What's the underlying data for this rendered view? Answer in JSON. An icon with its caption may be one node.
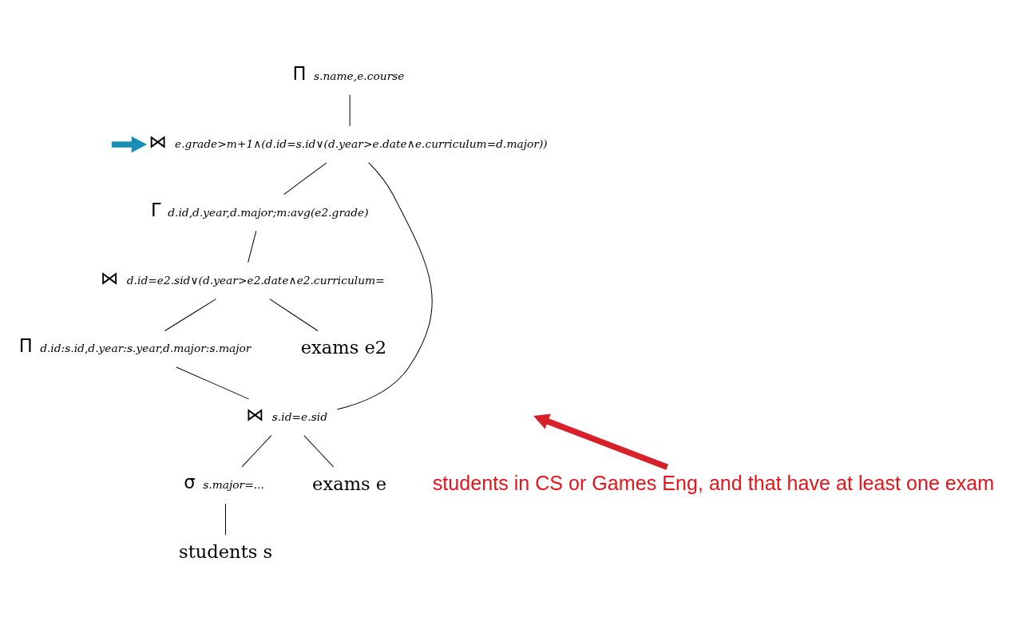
{
  "diagram": {
    "nodes": [
      {
        "text": [
          "Π$_{s.name,e.course}$"
        ]
      },
      {
        "text": [
          "⋈$_{e.grade>m+1∧(d.id=s.id∨(d.year>e.date∧e.curriculum=d.major))}$"
        ]
      },
      {
        "text": [
          "Γ$_{d.id,d.year,d.major;m:avg(e2.grade)}$"
        ]
      },
      {
        "text": [
          "⋈$_{d.id=e2.sid∨(d.year>e2.date∧e2.curriculum=}$"
        ]
      },
      {
        "text": [
          "Π$_{d.id:s.id,d.year:s.year,d.major:s.major}$"
        ]
      },
      {
        "text": [
          "exams e2"
        ]
      },
      {
        "text": [
          "⋈$_{s.id=e.sid}$"
        ]
      },
      {
        "text": [
          "σ$_{s.major=...}$"
        ]
      },
      {
        "text": [
          "exams e"
        ]
      },
      {
        "text": [
          "students s"
        ]
      },
      {
        "text": [
          "students in CS or Games Eng, and that have at least one exam"
        ]
      }
    ],
    "edges": [
      {
        "from": 0,
        "to": 1,
        "arrow": "none"
      },
      {
        "from": 1,
        "to": 6,
        "arrow": "none"
      },
      {
        "from": 1,
        "to": 2,
        "arrow": "none"
      },
      {
        "from": 2,
        "to": 3,
        "arrow": "none"
      },
      {
        "from": 3,
        "to": 4,
        "arrow": "none"
      },
      {
        "from": 3,
        "to": 5,
        "arrow": "none"
      },
      {
        "from": 4,
        "to": 6,
        "arrow": "none"
      },
      {
        "from": 6,
        "to": 7,
        "arrow": "none"
      },
      {
        "from": 6,
        "to": 8,
        "arrow": "none"
      },
      {
        "from": 7,
        "to": 9,
        "arrow": "none"
      },
      {
        "from": null,
        "to": 1,
        "arrow": "to",
        "style": "thick",
        "color": "#1a8fb5"
      },
      {
        "from": 10,
        "to": null,
        "arrow": "to",
        "style": "thick",
        "color": "#d7202a"
      }
    ]
  }
}
